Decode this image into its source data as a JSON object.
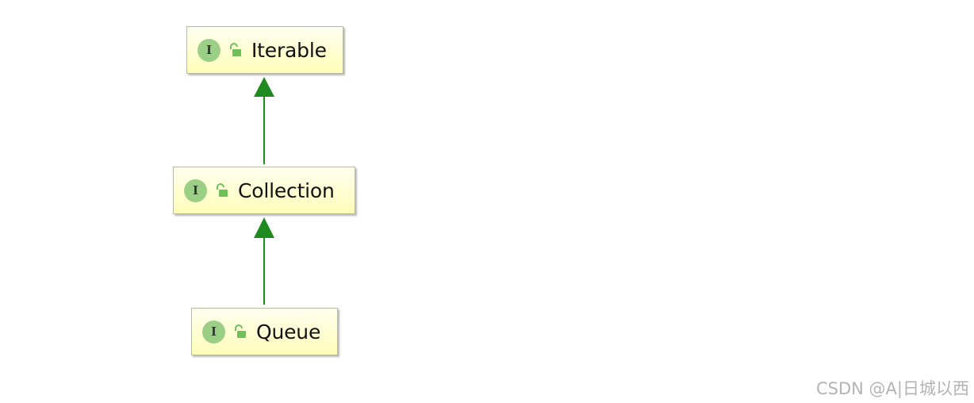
{
  "diagram": {
    "nodes": [
      {
        "id": "iterable",
        "badge": "I",
        "label": "Iterable",
        "lock_icon": "unlock-icon"
      },
      {
        "id": "collection",
        "badge": "I",
        "label": "Collection",
        "lock_icon": "unlock-icon"
      },
      {
        "id": "queue",
        "badge": "I",
        "label": "Queue",
        "lock_icon": "unlock-icon"
      }
    ],
    "edges": [
      {
        "from": "collection",
        "to": "iterable",
        "type": "extends"
      },
      {
        "from": "queue",
        "to": "collection",
        "type": "extends"
      }
    ],
    "colors": {
      "edge": "#1f8a1f",
      "badge": "#9ccf86",
      "lock": "#6fbf5a"
    }
  },
  "watermark": "CSDN @A|日城以西"
}
